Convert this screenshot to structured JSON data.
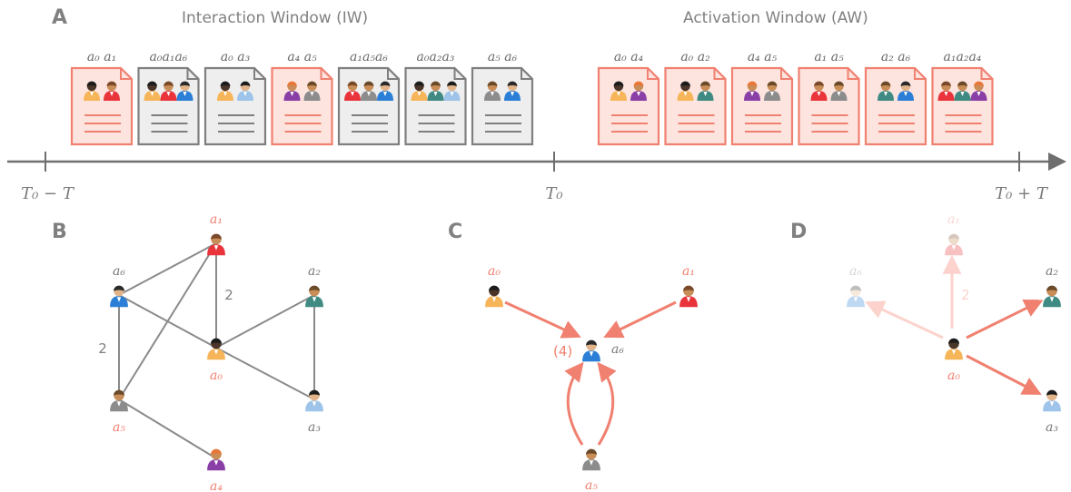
{
  "colors": {
    "grey": "#7f7f7f",
    "grey_light": "#eeeeee",
    "salmon": "#f08070",
    "salmon_light": "#fde4df",
    "axis": "#6e6e6e"
  },
  "agents": {
    "a0": {
      "shirt": "#f7b55a",
      "skin": "#4a3528",
      "hair": "#1c1c1c"
    },
    "a1": {
      "shirt": "#e8343a",
      "skin": "#c98d57",
      "hair": "#7a4a2a"
    },
    "a2": {
      "shirt": "#3f8a82",
      "skin": "#c98d57",
      "hair": "#6b4a2a"
    },
    "a3": {
      "shirt": "#9ec4ea",
      "skin": "#e2b48a",
      "hair": "#1c1c1c"
    },
    "a4": {
      "shirt": "#8a3fa6",
      "skin": "#c98d57",
      "hair": "#e8783a"
    },
    "a5": {
      "shirt": "#8c8c8c",
      "skin": "#c98d57",
      "hair": "#6b4a2a"
    },
    "a6": {
      "shirt": "#2b7fd6",
      "skin": "#e2b48a",
      "hair": "#2a2a2a"
    }
  },
  "panel_a": {
    "letter": "A",
    "iw_label": "Interaction Window (IW)",
    "aw_label": "Activation Window (AW)",
    "ticks": [
      "T₀ − T",
      "T₀",
      "T₀ + T"
    ],
    "iw_docs": [
      {
        "style": "salmon",
        "agents": [
          "a0",
          "a1"
        ],
        "label": "a₀ a₁"
      },
      {
        "style": "grey",
        "agents": [
          "a0",
          "a1",
          "a6"
        ],
        "label": "a₀a₁a₆"
      },
      {
        "style": "grey",
        "agents": [
          "a0",
          "a3"
        ],
        "label": "a₀ a₃"
      },
      {
        "style": "salmon",
        "agents": [
          "a4",
          "a5"
        ],
        "label": "a₄ a₅"
      },
      {
        "style": "grey",
        "agents": [
          "a1",
          "a5",
          "a6"
        ],
        "label": "a₁a₅a₆"
      },
      {
        "style": "grey",
        "agents": [
          "a0",
          "a2",
          "a3"
        ],
        "label": "a₀a₂a₃"
      },
      {
        "style": "grey",
        "agents": [
          "a5",
          "a6"
        ],
        "label": "a₅ a₆"
      }
    ],
    "aw_docs": [
      {
        "style": "salmon",
        "agents": [
          "a0",
          "a4"
        ],
        "label": "a₀ a₄"
      },
      {
        "style": "salmon",
        "agents": [
          "a0",
          "a2"
        ],
        "label": "a₀ a₂"
      },
      {
        "style": "salmon",
        "agents": [
          "a4",
          "a5"
        ],
        "label": "a₄ a₅"
      },
      {
        "style": "salmon",
        "agents": [
          "a1",
          "a5"
        ],
        "label": "a₁ a₅"
      },
      {
        "style": "salmon",
        "agents": [
          "a2",
          "a6"
        ],
        "label": "a₂ a₆"
      },
      {
        "style": "salmon",
        "agents": [
          "a1",
          "a2",
          "a4"
        ],
        "label": "a₁a₂a₄"
      }
    ]
  },
  "panel_b": {
    "letter": "B",
    "nodes": [
      {
        "id": "a0",
        "label": "a₀",
        "label_color": "salmon",
        "faded": false
      },
      {
        "id": "a1",
        "label": "a₁",
        "label_color": "salmon",
        "faded": false
      },
      {
        "id": "a2",
        "label": "a₂",
        "label_color": "grey",
        "faded": false
      },
      {
        "id": "a3",
        "label": "a₃",
        "label_color": "grey",
        "faded": false
      },
      {
        "id": "a4",
        "label": "a₄",
        "label_color": "salmon",
        "faded": false
      },
      {
        "id": "a5",
        "label": "a₅",
        "label_color": "salmon",
        "faded": false
      },
      {
        "id": "a6",
        "label": "a₆",
        "label_color": "grey",
        "faded": false
      }
    ],
    "edges": [
      {
        "from": "a6",
        "to": "a1",
        "weight": ""
      },
      {
        "from": "a1",
        "to": "a0",
        "weight": "2"
      },
      {
        "from": "a1",
        "to": "a5",
        "weight": ""
      },
      {
        "from": "a6",
        "to": "a0",
        "weight": ""
      },
      {
        "from": "a6",
        "to": "a5",
        "weight": "2"
      },
      {
        "from": "a0",
        "to": "a2",
        "weight": ""
      },
      {
        "from": "a0",
        "to": "a3",
        "weight": ""
      },
      {
        "from": "a2",
        "to": "a3",
        "weight": ""
      },
      {
        "from": "a5",
        "to": "a4",
        "weight": ""
      }
    ]
  },
  "panel_c": {
    "letter": "C",
    "nodes": [
      {
        "id": "a0",
        "label": "a₀",
        "label_color": "salmon"
      },
      {
        "id": "a1",
        "label": "a₁",
        "label_color": "salmon"
      },
      {
        "id": "a6",
        "label": "a₆",
        "label_color": "grey"
      },
      {
        "id": "a5",
        "label": "a₅",
        "label_color": "salmon"
      }
    ],
    "count_label": "(4)"
  },
  "panel_d": {
    "letter": "D",
    "nodes": [
      {
        "id": "a0",
        "label": "a₀",
        "label_color": "salmon",
        "faded": false
      },
      {
        "id": "a1",
        "label": "a₁",
        "label_color": "salmon",
        "faded": true
      },
      {
        "id": "a2",
        "label": "a₂",
        "label_color": "grey",
        "faded": false
      },
      {
        "id": "a3",
        "label": "a₃",
        "label_color": "grey",
        "faded": false
      },
      {
        "id": "a6",
        "label": "a₆",
        "label_color": "grey",
        "faded": true
      }
    ],
    "edge_label": "2"
  }
}
